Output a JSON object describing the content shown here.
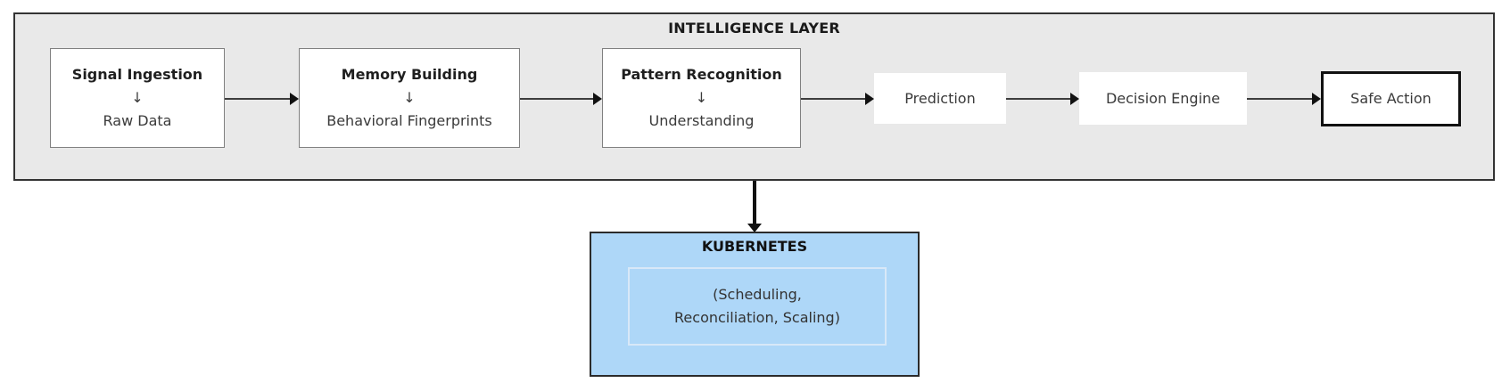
{
  "layer": {
    "title": "INTELLIGENCE LAYER",
    "nodes": [
      {
        "title": "Signal Ingestion",
        "arrow": "↓",
        "subtitle": "Raw Data"
      },
      {
        "title": "Memory Building",
        "arrow": "↓",
        "subtitle": "Behavioral Fingerprints"
      },
      {
        "title": "Pattern Recognition",
        "arrow": "↓",
        "subtitle": "Understanding"
      },
      {
        "label": "Prediction"
      },
      {
        "label": "Decision Engine"
      },
      {
        "label": "Safe Action"
      }
    ]
  },
  "k8s": {
    "title": "KUBERNETES",
    "detail_lines": [
      "(Scheduling,",
      "Reconciliation, Scaling)"
    ]
  },
  "colors": {
    "layer_background": "#e9e9e9",
    "layer_border": "#333333",
    "node_background": "#ffffff",
    "node_border": "#808080",
    "emphasis_border": "#111111",
    "arrow": "#333333",
    "k8s_background": "#aed7f8",
    "k8s_border": "#2b2b2b",
    "k8s_inner_border": "#d8e8f8"
  }
}
